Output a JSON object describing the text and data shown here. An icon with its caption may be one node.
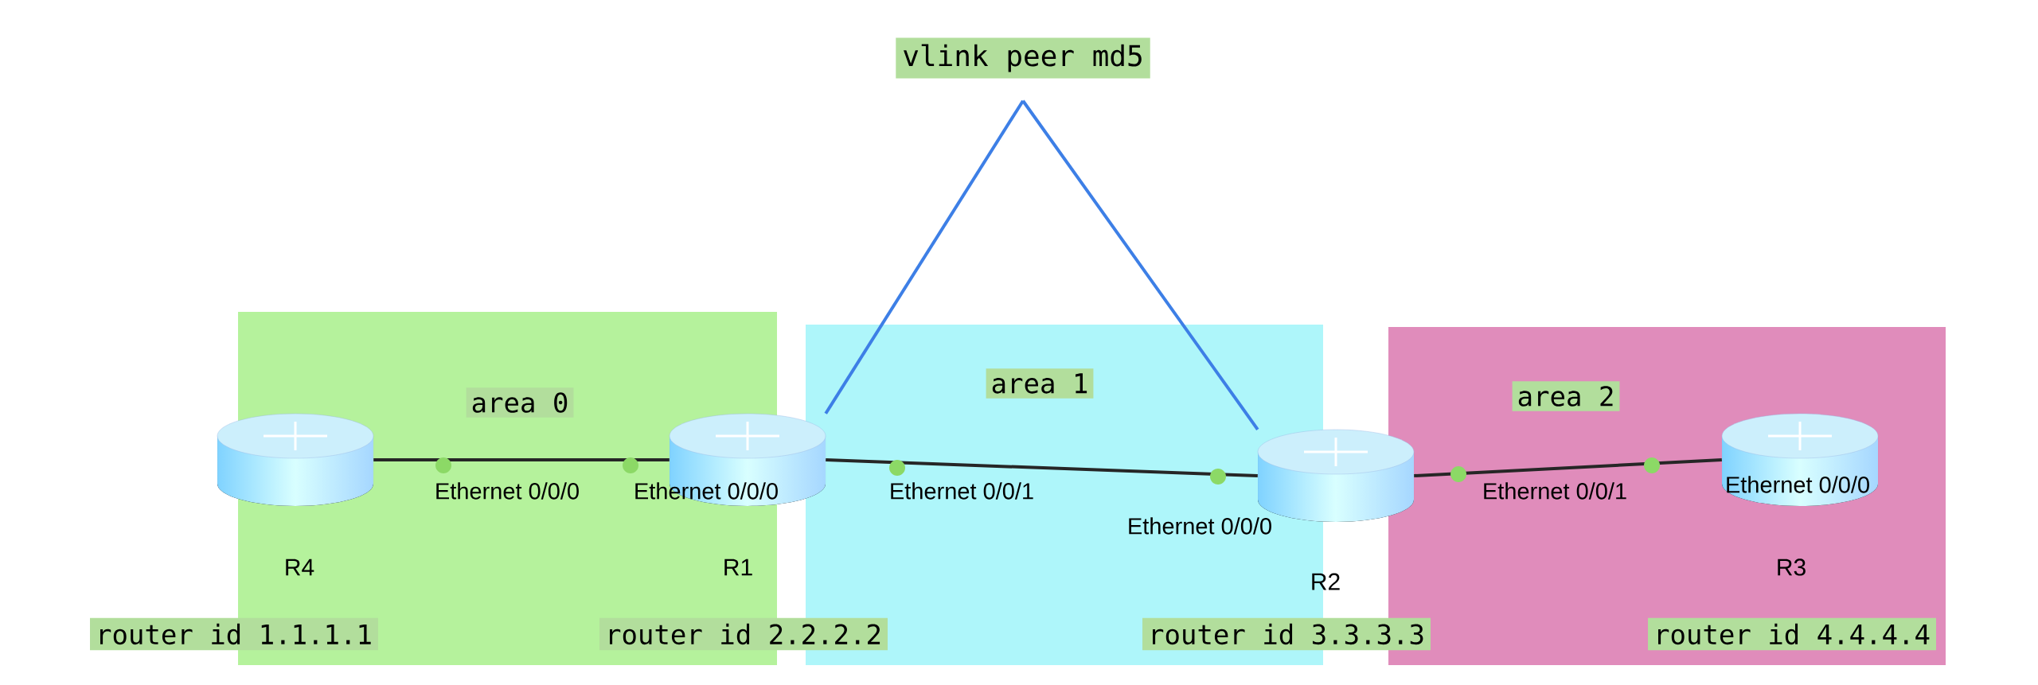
{
  "diagram": {
    "nodes": [
      {
        "text": [
          "vlink peer md5"
        ]
      },
      {
        "text": [],
        "shape": "cylinder",
        "beside": [
          "R4"
        ]
      },
      {
        "text": [],
        "shape": "cylinder",
        "beside": [
          "R1"
        ]
      },
      {
        "text": [],
        "shape": "cylinder",
        "beside": [
          "R2"
        ]
      },
      {
        "text": [],
        "shape": "cylinder",
        "beside": [
          "R3"
        ]
      }
    ],
    "edges": [
      {
        "from": 1,
        "to": 2,
        "arrow": "none"
      },
      {
        "from": 2,
        "to": 3,
        "arrow": "none"
      },
      {
        "from": 3,
        "to": 4,
        "arrow": "none"
      },
      {
        "from": 2,
        "to": 0,
        "arrow": "none",
        "color": "#3d7fe6"
      },
      {
        "from": 3,
        "to": 0,
        "arrow": "none",
        "color": "#3d7fe6"
      }
    ],
    "labels": [
      "area 0",
      "area 1",
      "area 2",
      "Ethernet 0/0/0",
      "Ethernet 0/0/0",
      "Ethernet 0/0/1",
      "Ethernet 0/0/0",
      "Ethernet 0/0/1",
      "Ethernet 0/0/0",
      "router id 1.1.1.1",
      "router id 2.2.2.2",
      "router id 3.3.3.3",
      "router id 4.4.4.4"
    ]
  }
}
